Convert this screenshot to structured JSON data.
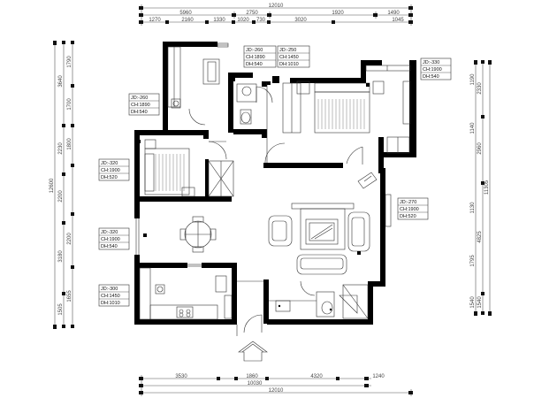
{
  "dims": {
    "top": {
      "total": "12010",
      "row2": [
        "5960",
        "2750",
        "1920",
        "1490"
      ],
      "row3": [
        "1270",
        "2160",
        "1330",
        "1020",
        "730",
        "3020",
        "1045"
      ]
    },
    "bottom": {
      "row1": [
        "3530",
        "1860",
        "4320",
        "1240"
      ],
      "row2": "10030",
      "row3": "12010"
    },
    "left": {
      "total": "12600",
      "outer": [
        "3640",
        "2230",
        "2200",
        "3180",
        "1505"
      ],
      "inner": [
        "1790",
        "1700",
        "1800",
        "2200",
        "1655"
      ]
    },
    "right": {
      "total": "11305",
      "outer": [
        "2330",
        "2960",
        "4825",
        "1540"
      ],
      "inner": [
        "1190",
        "1140",
        "1130",
        "1795",
        "1540"
      ]
    }
  },
  "annotations": [
    {
      "jd": "JD:-260",
      "ch": "CH:1890",
      "dh": "DH:540"
    },
    {
      "jd": "JD:-250",
      "ch": "CH:1450",
      "dh": "DH:1010"
    },
    {
      "jd": "JD:-330",
      "ch": "CH:1900",
      "dh": "DH:540"
    },
    {
      "jd": "JD:-260",
      "ch": "CH:1890",
      "dh": "DH:540"
    },
    {
      "jd": "JD:-320",
      "ch": "CH:1900",
      "dh": "DH:520"
    },
    {
      "jd": "JD:-270",
      "ch": "CH:1900",
      "dh": "DH:520"
    },
    {
      "jd": "JD:-320",
      "ch": "CH:1900",
      "dh": "DH:540"
    },
    {
      "jd": "JD:-300",
      "ch": "CH:1450",
      "dh": "DH:1010"
    }
  ],
  "tv_label": ""
}
